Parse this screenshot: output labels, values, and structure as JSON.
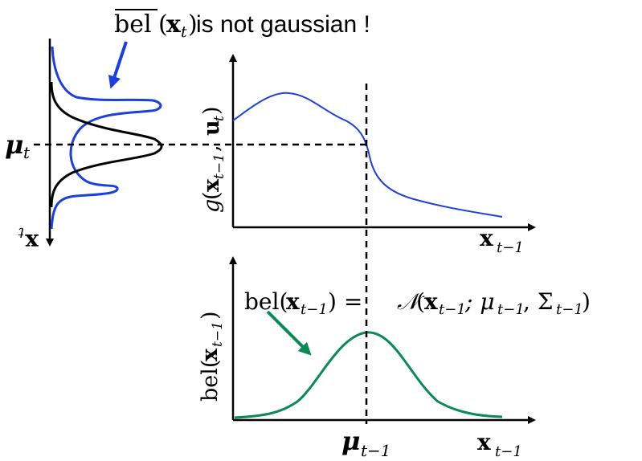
{
  "annotations": {
    "top_note": {
      "bel_text": "bel",
      "paren_open": "(",
      "x_symbol": "x",
      "subscript": "t",
      "paren_close": ")",
      "rest": " is not gaussian !"
    },
    "mu_t": {
      "symbol": "μ",
      "subscript": "t"
    },
    "mu_t_minus_1": {
      "symbol": "μ",
      "subscript": "t−1"
    },
    "belief_equation": {
      "lhs": "bel(",
      "lhs_x": "x",
      "lhs_sub": "t−1",
      "lhs_close": ") = ",
      "N": "𝒩",
      "open": "(",
      "x": "x",
      "x_sub": "t−1",
      "sep1": "; μ",
      "mu_sub": "t−1",
      "sep2": ", Σ",
      "sigma_sub": "t−1",
      "close": ")"
    }
  },
  "axes": {
    "left_vertical_label": {
      "x": "x",
      "sub": "t"
    },
    "upper_y_label": {
      "g": "g",
      "open": "(",
      "x": "x",
      "x_sub": "t−1",
      "comma": ", ",
      "u": "u",
      "u_sub": "t",
      "close": ")"
    },
    "upper_x_label": {
      "x": "x",
      "sub": "t−1"
    },
    "lower_y_label": {
      "bel": "bel(",
      "x": "x",
      "sub": "t−1",
      "close": ")"
    },
    "lower_x_label": {
      "x": "x",
      "sub": "t−1"
    }
  },
  "colors": {
    "blue_curve": "#1c3fe0",
    "black_curve": "#000000",
    "green_curve": "#0a8a55",
    "blue_arrow": "#1c3fe0",
    "green_arrow": "#0a8a55",
    "axis": "#000000"
  }
}
